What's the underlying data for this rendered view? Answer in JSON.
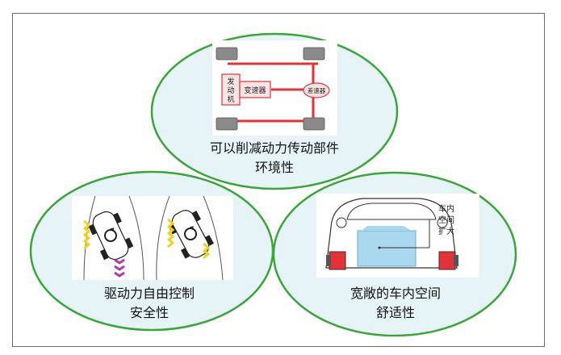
{
  "top": {
    "engine_label": [
      "发",
      "动",
      "机"
    ],
    "transmission_label": "变速器",
    "differential_label": "差速器",
    "caption_line1": "可以削减动力传动部件",
    "caption_line2": "环境性"
  },
  "left": {
    "caption_line1": "驱动力自由控制",
    "caption_line2": "安全性"
  },
  "right": {
    "space_label": [
      "车内",
      "空间",
      "扩大"
    ],
    "caption_line1": "宽敞的车内空间",
    "caption_line2": "舒适性"
  },
  "colors": {
    "ellipse_border": "#3aa63a",
    "ellipse_fill": "#e6f3f7",
    "drive_red": "#e53238",
    "tire_gray": "#8a8a8a",
    "space_blue": "#a9d7ee",
    "arrow_yellow": "#f2d21f",
    "arrow_magenta": "#b23aa8"
  }
}
